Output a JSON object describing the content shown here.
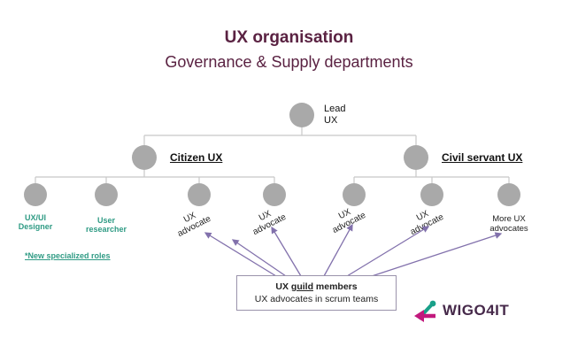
{
  "header": {
    "title": "UX organisation",
    "subtitle": "Governance & Supply departments"
  },
  "org": {
    "lead": {
      "line1": "Lead",
      "line2": "UX"
    },
    "branch_left": "Citizen UX",
    "branch_right": "Civil servant UX",
    "roles": [
      {
        "line1": "UX/UI",
        "line2": "Designer"
      },
      {
        "line1": "User",
        "line2": "researcher"
      },
      {
        "line1": "UX",
        "line2": "advocate"
      },
      {
        "line1": "UX",
        "line2": "advocate"
      },
      {
        "line1": "UX",
        "line2": "advocate"
      },
      {
        "line1": "UX",
        "line2": "advocate"
      },
      {
        "line1": "More UX",
        "line2": "advocates"
      }
    ],
    "footnote": "*New specialized roles"
  },
  "guild_box": {
    "title_pre": "UX ",
    "title_underline": "guild",
    "title_post": " members",
    "line2": "UX advocates in scrum teams"
  },
  "logo": {
    "wordmark": "WIGO4IT"
  },
  "colors": {
    "title_maroon": "#5a2242",
    "teal": "#2f9b84",
    "node_gray": "#a9a9a9",
    "connector_gray": "#c8c8c8",
    "arrow_purple": "#8271ac",
    "logo_magenta": "#c2197d",
    "logo_teal": "#19a089",
    "logo_purple": "#46294a"
  }
}
